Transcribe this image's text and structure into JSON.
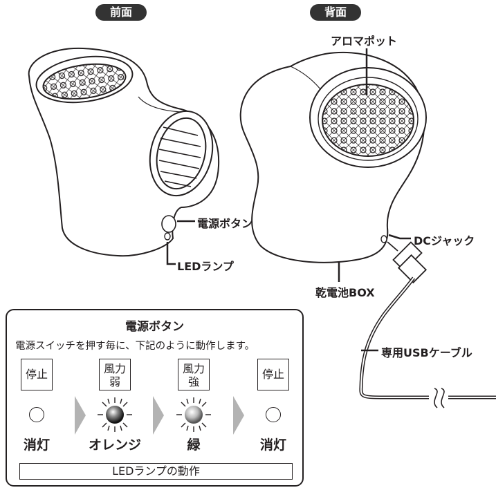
{
  "views": {
    "front_label": "前面",
    "back_label": "背面"
  },
  "callouts": {
    "aroma_pot": "アロマポット",
    "power_button": "電源ボタン",
    "led_lamp": "LEDランプ",
    "dc_jack": "DCジャック",
    "battery_box": "乾電池BOX",
    "usb_cable": "専用USBケーブル"
  },
  "legend": {
    "title": "電源ボタン",
    "description": "電源スイッチを押す毎に、下記のように動作します。",
    "footer": "LEDランプの動作",
    "steps": [
      {
        "line1": "停止",
        "line2": "",
        "lamp": "消灯"
      },
      {
        "line1": "風力",
        "line2": "弱",
        "lamp": "オレンジ"
      },
      {
        "line1": "風力",
        "line2": "強",
        "lamp": "緑"
      },
      {
        "line1": "停止",
        "line2": "",
        "lamp": "消灯"
      }
    ]
  },
  "colors": {
    "ink": "#231f20",
    "label_pill": "#333333",
    "arrow": "#b3b3b3"
  }
}
